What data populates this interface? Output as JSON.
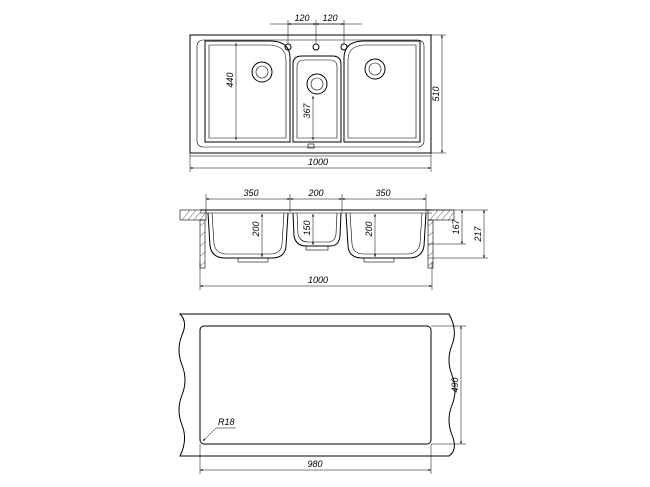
{
  "top_view": {
    "dims": {
      "hole_spacing_left": "120",
      "hole_spacing_right": "120",
      "bowl_depth_left": "440",
      "bowl_depth_center": "367",
      "overall_depth": "510",
      "overall_width": "1000"
    }
  },
  "section_view": {
    "dims": {
      "left_bowl_width": "350",
      "center_bowl_width": "200",
      "right_bowl_width": "350",
      "left_bowl_height": "200",
      "center_bowl_height": "150",
      "right_bowl_height": "200",
      "inner_height": "167",
      "total_height": "217",
      "overall_width": "1000"
    }
  },
  "cutout_view": {
    "dims": {
      "corner_radius": "R18",
      "cutout_height": "490",
      "cutout_width": "980"
    }
  }
}
